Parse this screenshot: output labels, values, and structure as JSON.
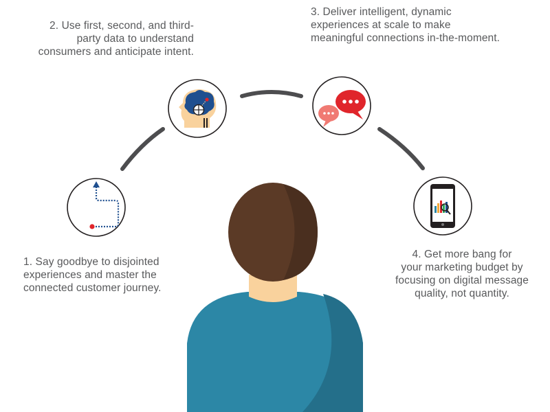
{
  "steps": [
    {
      "number": "1",
      "lines": [
        "1. Say goodbye to disjointed",
        "experiences and master the",
        "connected customer journey."
      ],
      "icon": "journey-path-icon"
    },
    {
      "number": "2",
      "lines": [
        "2. Use first, second, and third-",
        "party data to understand",
        "consumers and anticipate intent."
      ],
      "icon": "brain-target-icon"
    },
    {
      "number": "3",
      "lines": [
        "3. Deliver intelligent, dynamic",
        "experiences at scale to make",
        "meaningful connections in-the-moment."
      ],
      "icon": "chat-bubbles-icon"
    },
    {
      "number": "4",
      "lines": [
        "4. Get more bang for",
        "your marketing budget by",
        "focusing on digital message",
        "quality, not quantity."
      ],
      "icon": "phone-analytics-icon"
    }
  ],
  "colors": {
    "text": "#58595b",
    "arc": "#4d4d4f",
    "hair": "#5b3a26",
    "hair_shadow": "#4a2f1f",
    "skin": "#f9d29d",
    "shirt": "#2c87a6",
    "shirt_shadow": "#246f8a",
    "accent_red": "#e0252b",
    "accent_blue": "#1f4f8f"
  }
}
